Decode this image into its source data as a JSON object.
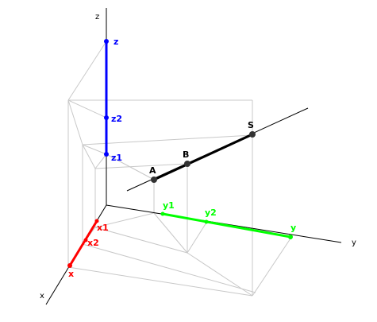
{
  "axis_labels": {
    "x": "x",
    "y": "y",
    "z": "z"
  },
  "colors": {
    "x_axis": "#ff0000",
    "y_axis": "#00ff00",
    "z_axis": "#0000ff",
    "segment": "#000000",
    "box": "#c8c8c8"
  },
  "x_points": {
    "x1": "x1",
    "x2": "x2",
    "x": "x"
  },
  "y_points": {
    "y1": "y1",
    "y2": "y2",
    "y": "y"
  },
  "z_points": {
    "z1": "z1",
    "z2": "z2",
    "z": "z"
  },
  "segment_points": {
    "A": "A",
    "B": "B",
    "S": "S"
  }
}
